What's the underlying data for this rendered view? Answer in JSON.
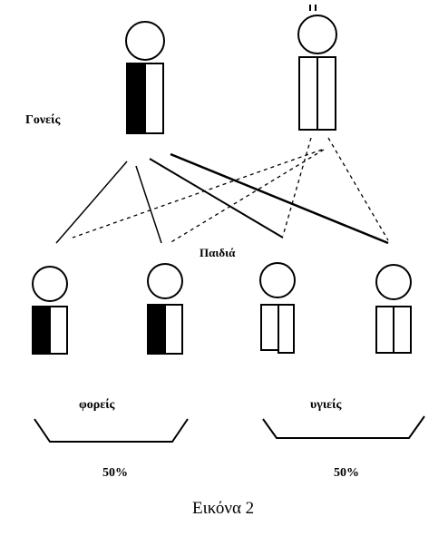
{
  "labels": {
    "parents": "Γονείς",
    "children": "Παιδιά",
    "carriers": "φορείς",
    "healthy": "υγιείς",
    "percent_left": "50%",
    "percent_right": "50%",
    "caption": "Εικόνα 2"
  },
  "figures": [
    {
      "role": "carrier-parent",
      "chromosomes": [
        "black",
        "white"
      ]
    },
    {
      "role": "healthy-parent",
      "chromosomes": [
        "white",
        "white"
      ]
    },
    {
      "role": "carrier-child",
      "chromosomes": [
        "black",
        "white"
      ]
    },
    {
      "role": "carrier-child",
      "chromosomes": [
        "black",
        "white"
      ]
    },
    {
      "role": "healthy-child",
      "chromosomes": [
        "white",
        "white"
      ]
    },
    {
      "role": "healthy-child",
      "chromosomes": [
        "white",
        "white"
      ]
    }
  ],
  "colors": {
    "ink": "#000000",
    "paper": "#ffffff"
  }
}
